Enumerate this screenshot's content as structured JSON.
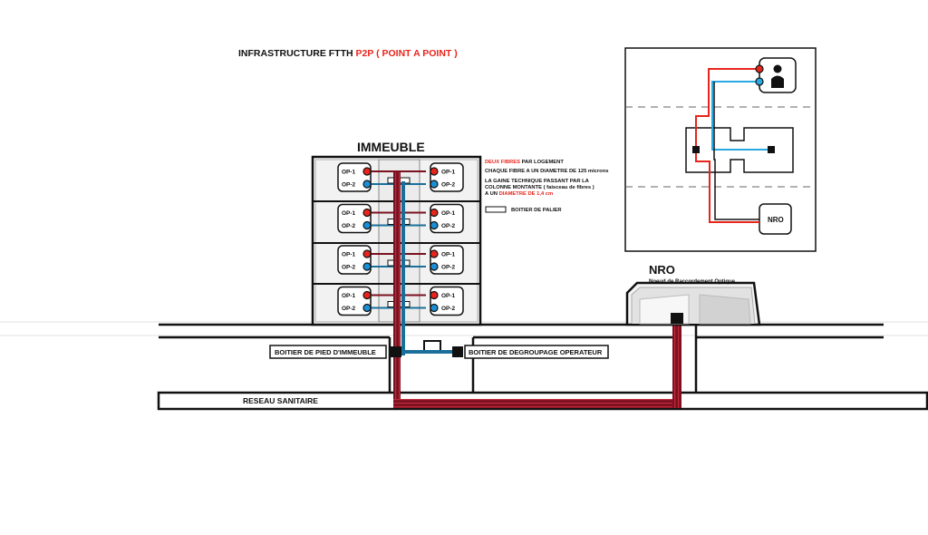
{
  "title": {
    "prefix": "INFRASTRUCTURE FTTH",
    "highlight": "P2P",
    "suffix": "( POINT A POINT )"
  },
  "building": {
    "label": "IMMEUBLE",
    "floors": 4,
    "outlet_labels": [
      "OP-1",
      "OP-2"
    ]
  },
  "annotations": {
    "fibres_highlight": "DEUX FIBRES",
    "fibres_rest": "PAR LOGEMENT",
    "fibre_diameter": "CHAQUE FIBRE A UN DIAMETRE DE 125 microns",
    "gaine_line1": "LA GAINE TECHNIQUE PASSANT PAR LA",
    "gaine_line2": "COLONNE MONTANTE ( faisceau de fibres )",
    "gaine_line3_prefix": "A UN",
    "gaine_line3_highlight": "DIAMETRE DE 1,4 cm",
    "legend_palier": "BOITIER DE PALIER"
  },
  "labels": {
    "pied_immeuble": "BOITIER DE PIED D'IMMEUBLE",
    "degroupage": "BOITIER DE DEGROUPAGE OPERATEUR",
    "reseau": "RESEAU SANITAIRE",
    "nro_title": "NRO",
    "nro_subtitle": "Noeud de Raccordement Optique"
  },
  "inset": {
    "nro_label": "NRO"
  },
  "colors": {
    "red": "#e8251c",
    "fibre_red": "#7a1020",
    "blue": "#1a8fd6",
    "fibre_blue": "#1a6f9a",
    "black": "#111111"
  }
}
